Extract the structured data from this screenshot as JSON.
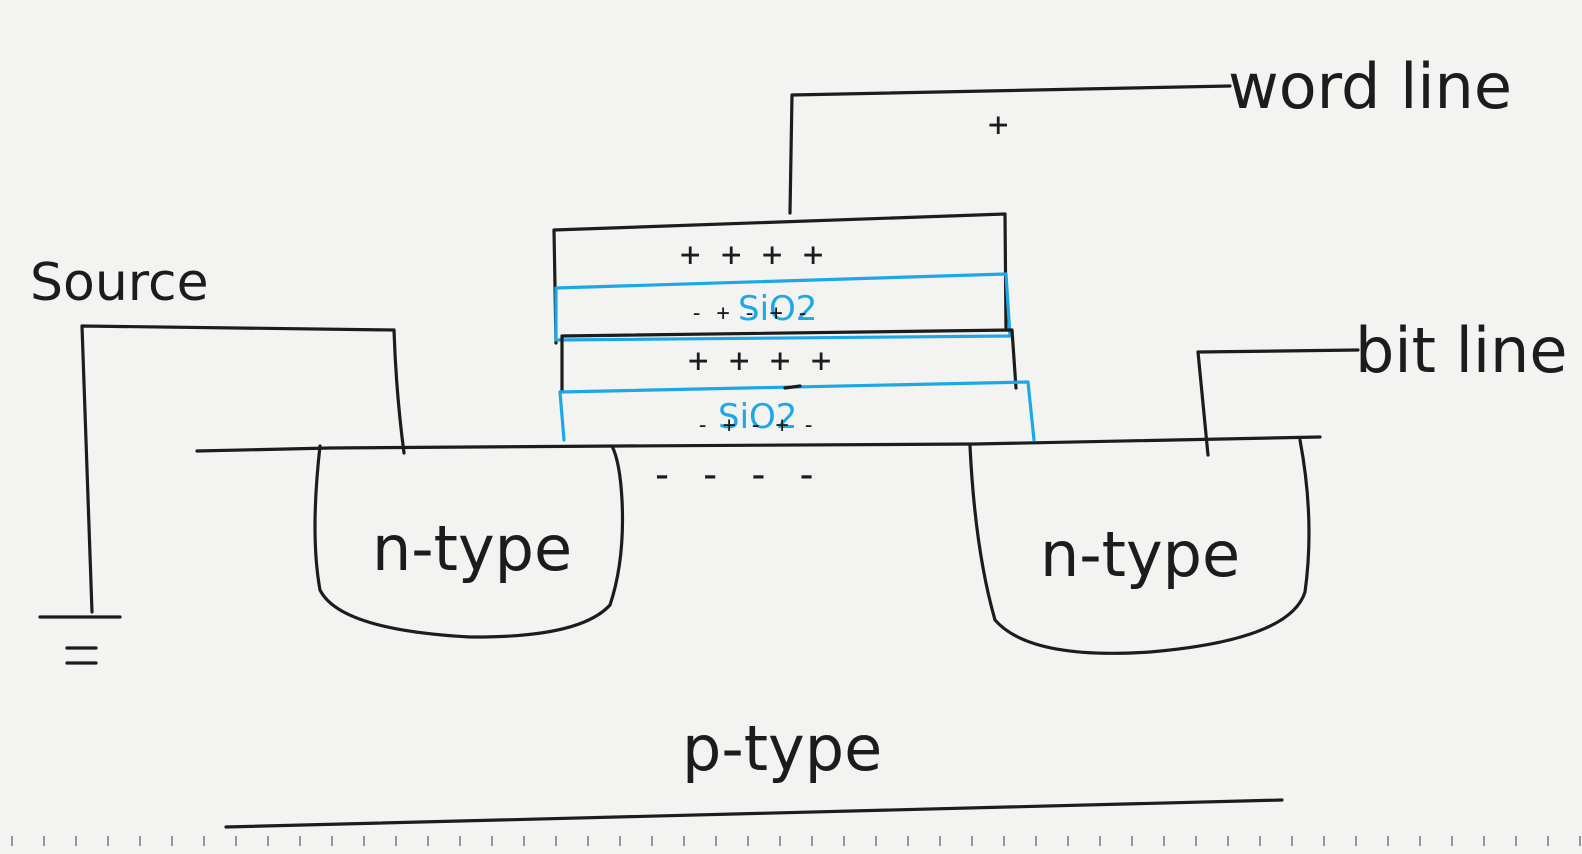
{
  "labels": {
    "word_line": "word line",
    "bit_line": "bit line",
    "source": "Source",
    "n_type_left": "n-type",
    "n_type_right": "n-type",
    "p_type": "p-type",
    "oxide_top": "SiO2",
    "oxide_bottom": "SiO2"
  },
  "charges": {
    "word_line_plus": "+",
    "gate_top_row": "+ + + +",
    "gate_middle_row": "+ + + +",
    "oxide_top_marks": "- + - + -",
    "oxide_bottom_marks": "- + - + -",
    "channel_row": "- - - -"
  },
  "colors": {
    "ink": "#1c1c1c",
    "oxide": "#1ea7e6",
    "background": "#f3f3f2"
  }
}
